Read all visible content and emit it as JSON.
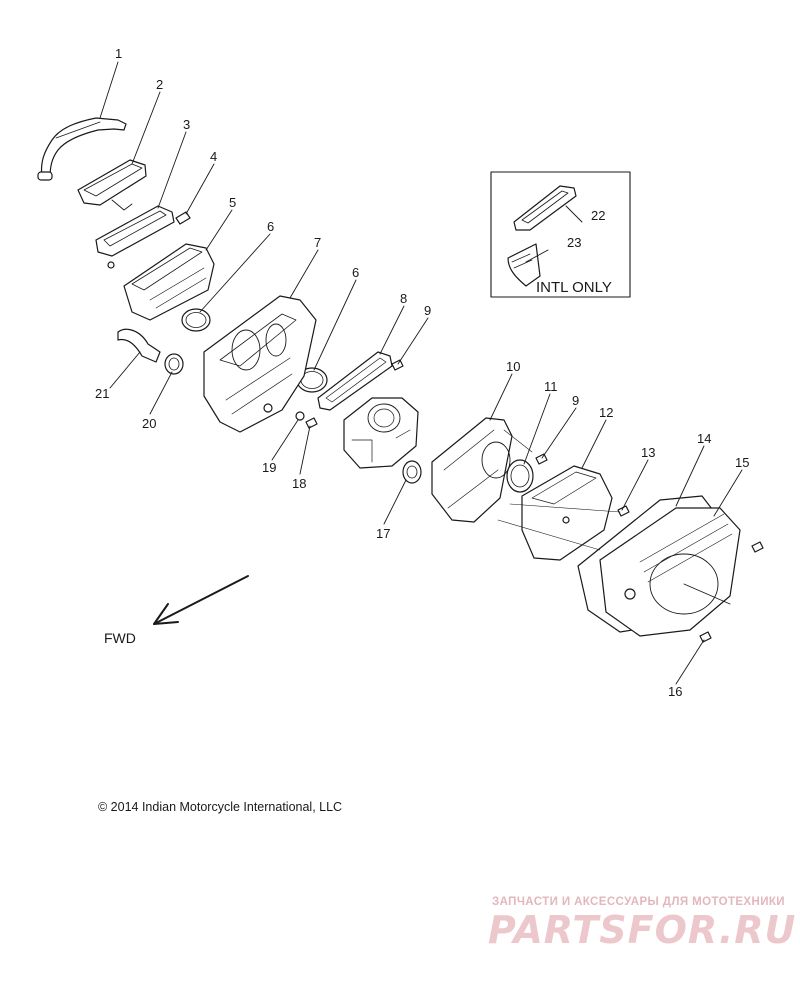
{
  "callouts": [
    "1",
    "2",
    "3",
    "4",
    "5",
    "6",
    "7",
    "6",
    "8",
    "9",
    "10",
    "11",
    "9",
    "12",
    "13",
    "14",
    "15",
    "16",
    "17",
    "18",
    "19",
    "20",
    "21",
    "22",
    "23"
  ],
  "inset": {
    "caption": "INTL ONLY"
  },
  "direction_label": "FWD",
  "copyright": "© 2014 Indian Motorcycle International, LLC",
  "watermark": {
    "tagline": "ЗАПЧАСТИ И АКСЕССУАРЫ ДЛЯ МОТОТЕХНИКИ",
    "logo": "PARTSFOR.RU"
  },
  "colors": {
    "line": "#1a1a1a",
    "watermark": "#e8c2c8"
  }
}
